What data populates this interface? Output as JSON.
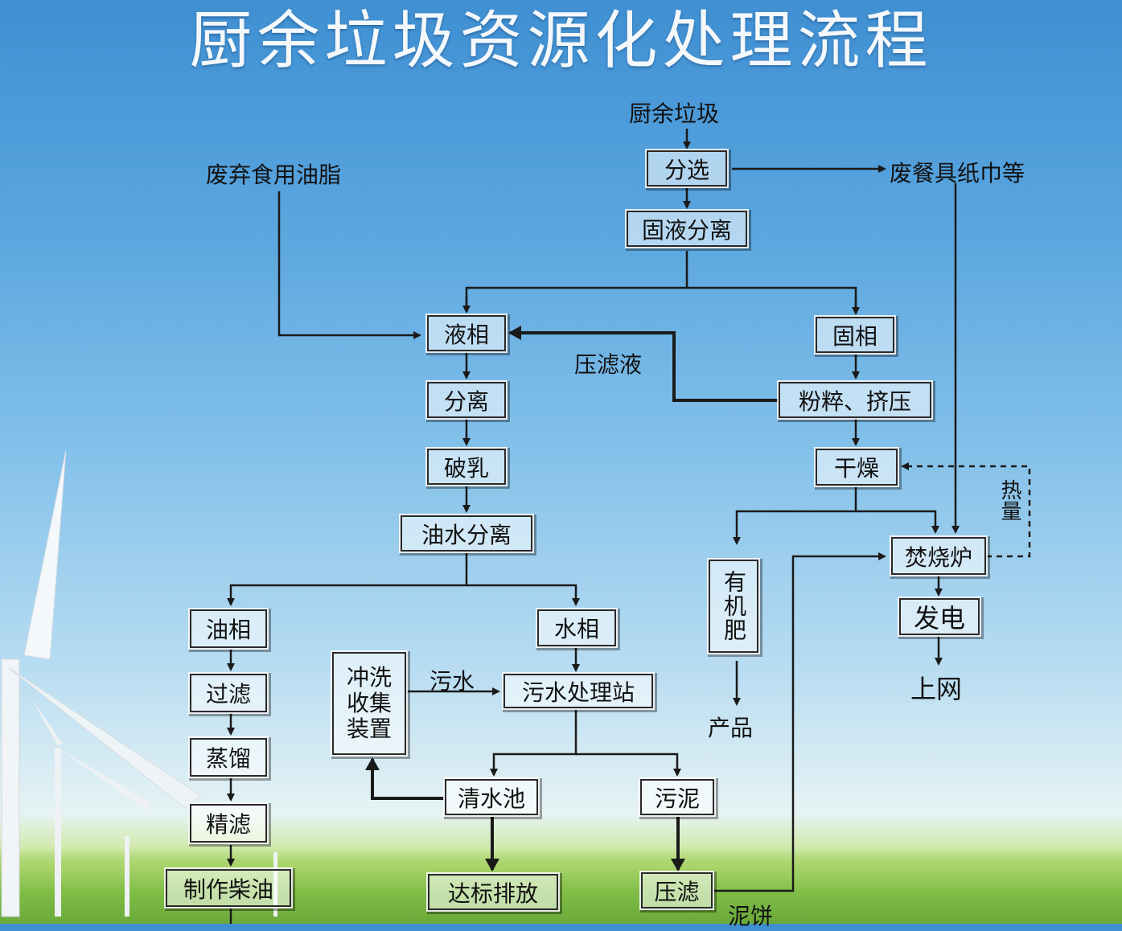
{
  "title": "厨余垃圾资源化处理流程",
  "nodes": {
    "kitchen_waste": "厨余垃圾",
    "sorting": "分选",
    "discarded_tableware": "废餐具纸巾等",
    "waste_oil": "废弃食用油脂",
    "solid_liquid_separation": "固液分离",
    "liquid_phase": "液相",
    "solid_phase": "固相",
    "press_filtrate": "压滤液",
    "separation": "分离",
    "crush_squeeze": "粉粹、挤压",
    "demulsify": "破乳",
    "drying": "干燥",
    "heat": "热量",
    "oil_water_separation": "油水分离",
    "organic_fertilizer": "有机肥",
    "incinerator": "焚烧炉",
    "oil_phase": "油相",
    "water_phase": "水相",
    "power_generation": "发电",
    "flush_collect": "冲洗收集装置",
    "sewage": "污水",
    "sewage_plant": "污水处理站",
    "filtering": "过滤",
    "grid": "上网",
    "product": "产品",
    "distillation": "蒸馏",
    "clear_pool": "清水池",
    "sludge": "污泥",
    "fine_filtering": "精滤",
    "biodiesel": "制作柴油",
    "discharge": "达标排放",
    "press_filter": "压滤",
    "mud_cake": "泥饼"
  },
  "colors": {
    "line": "#1a1a1a",
    "title": "#f4f8fb"
  }
}
